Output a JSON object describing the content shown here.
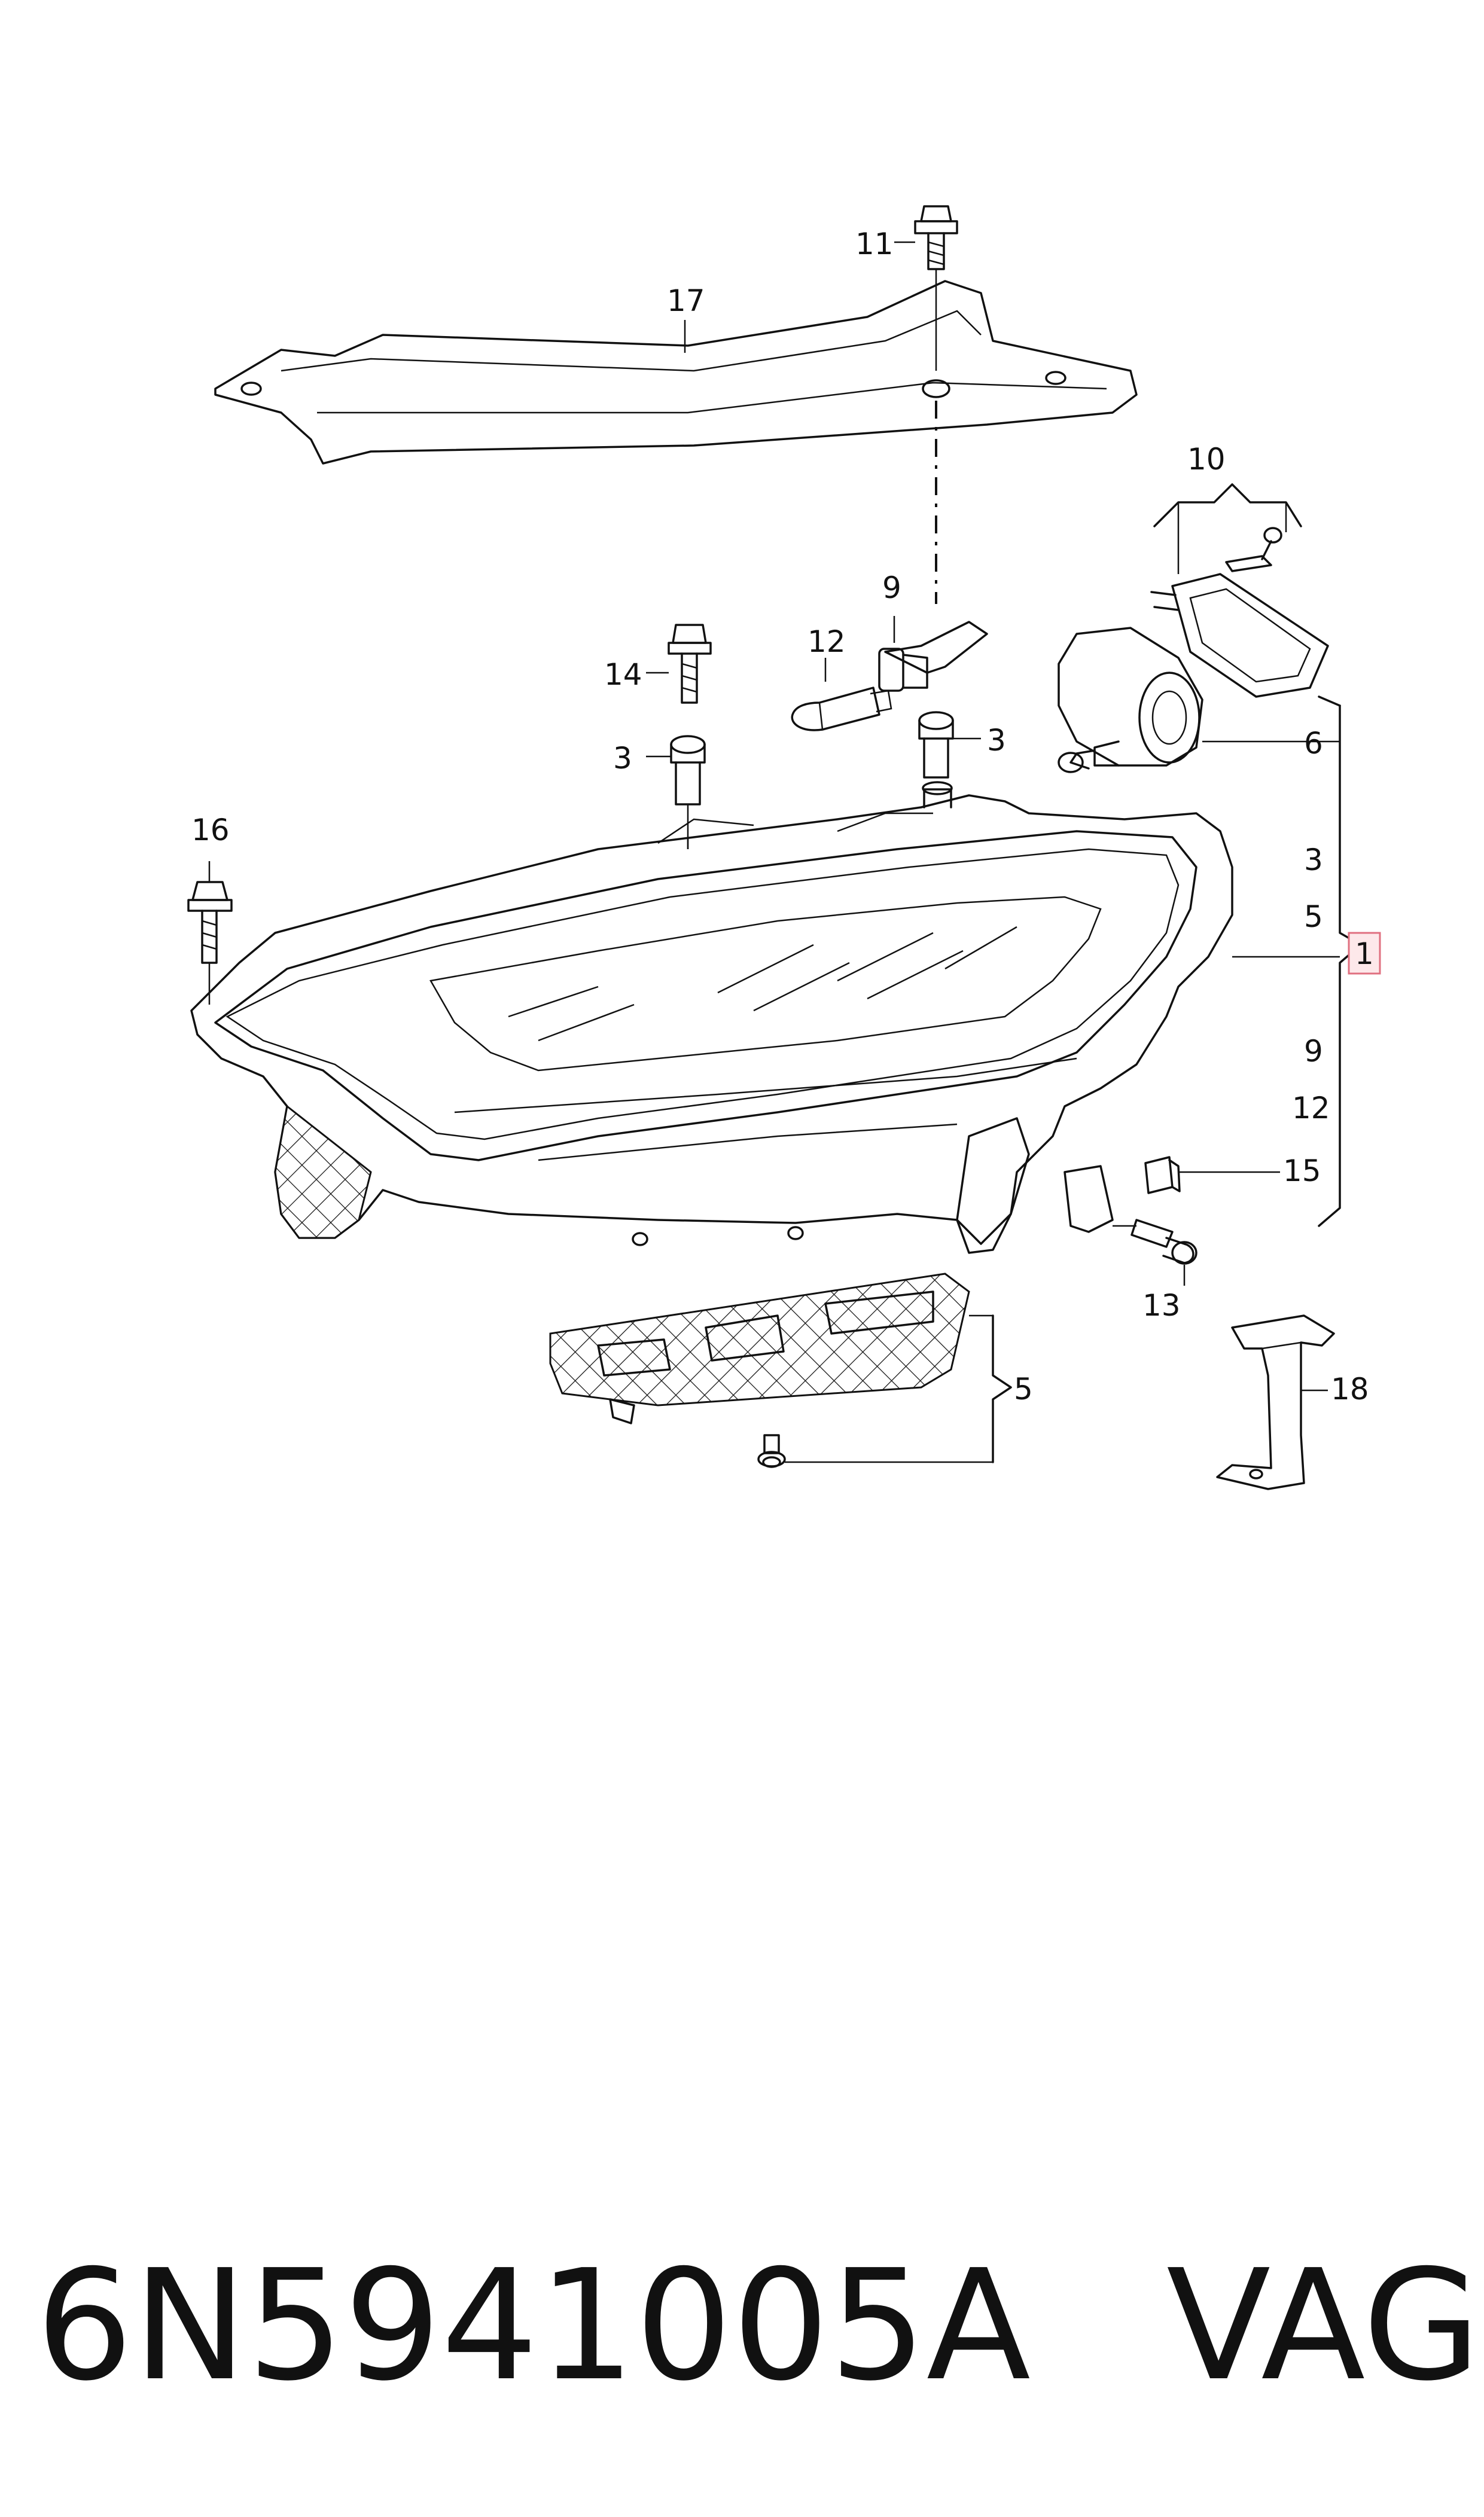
{
  "diagram": {
    "callouts": {
      "c1": "1",
      "c3a": "3",
      "c3b": "3",
      "c3c": "3",
      "c5a": "5",
      "c5b": "5",
      "c6": "6",
      "c9a": "9",
      "c9b": "9",
      "c10": "10",
      "c11": "11",
      "c12a": "12",
      "c12b": "12",
      "c13": "13",
      "c14": "14",
      "c15": "15",
      "c16": "16",
      "c17": "17",
      "c18": "18"
    },
    "colors": {
      "line": "#111111",
      "highlight_fill": "#fde8ea",
      "highlight_stroke": "#e07080"
    }
  },
  "footer": {
    "part_number": "6N5941005A",
    "brand": "VAG"
  }
}
